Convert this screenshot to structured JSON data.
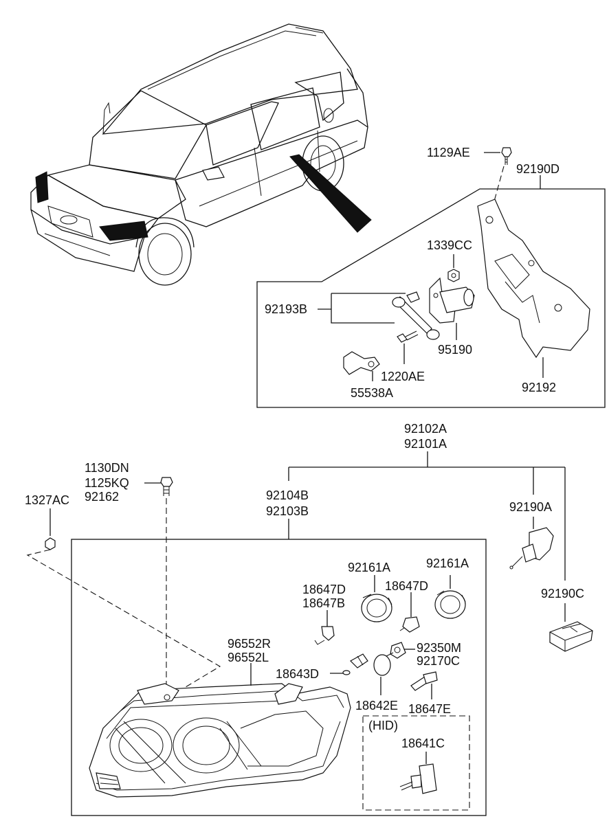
{
  "labels": {
    "l_1129ae": "1129AE",
    "l_92190d": "92190D",
    "l_1339cc": "1339CC",
    "l_92193b": "92193B",
    "l_95190": "95190",
    "l_1220ae": "1220AE",
    "l_55538a": "55538A",
    "l_92192": "92192",
    "l_92102a": "92102A",
    "l_92101a": "92101A",
    "l_1130dn": "1130DN",
    "l_1125kq": "1125KQ",
    "l_92162": "92162",
    "l_1327ac": "1327AC",
    "l_92104b": "92104B",
    "l_92103b": "92103B",
    "l_92190a": "92190A",
    "l_92190c": "92190C",
    "l_92161a_1": "92161A",
    "l_92161a_2": "92161A",
    "l_18647d_1": "18647D",
    "l_18647b": "18647B",
    "l_18647d_2": "18647D",
    "l_96552r": "96552R",
    "l_96552l": "96552L",
    "l_92350m": "92350M",
    "l_92170c": "92170C",
    "l_18643d": "18643D",
    "l_18642e": "18642E",
    "l_18647e": "18647E",
    "l_hid": "(HID)",
    "l_18641c": "18641C"
  }
}
